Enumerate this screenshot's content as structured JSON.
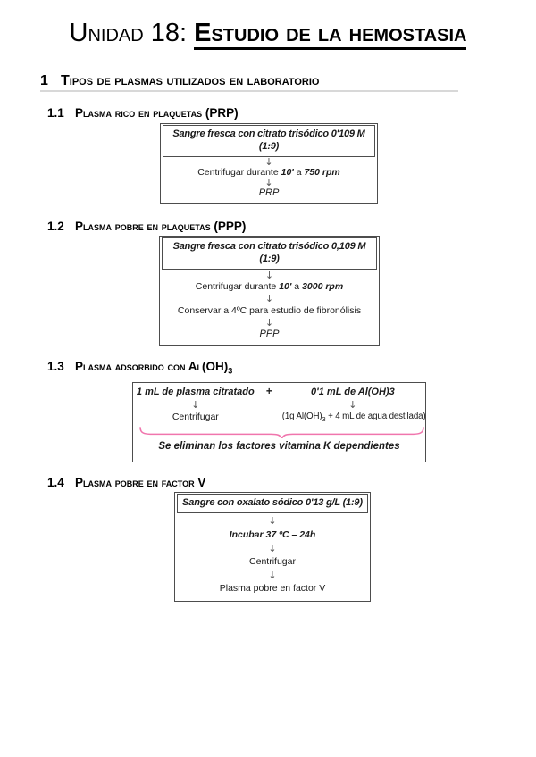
{
  "title": {
    "prefix": "Unidad 18: ",
    "main": "Estudio de la hemostasia"
  },
  "section": {
    "number": "1",
    "title": "Tipos de plasmas utilizados en laboratorio"
  },
  "glyphs": {
    "down_arrow": "↓"
  },
  "colors": {
    "brace_pink": "#f075ad",
    "rule_gray": "#d8d8d8"
  },
  "s11": {
    "number": "1.1",
    "title": "Plasma rico en plaquetas (PRP)",
    "box": {
      "header": "Sangre fresca con citrato trisódico 0'109 M (1:9)",
      "step_pre": "Centrifugar durante ",
      "step_bold1": "10'",
      "step_mid": " a ",
      "step_bold2": "750 rpm",
      "result": "PRP"
    }
  },
  "s12": {
    "number": "1.2",
    "title": "Plasma pobre en plaquetas (PPP)",
    "box": {
      "header": "Sangre fresca con citrato trisódico 0,109 M (1:9)",
      "step_pre": "Centrifugar durante ",
      "step_bold1": "10'",
      "step_mid": " a ",
      "step_bold2": "3000 rpm",
      "step2": "Conservar a 4ºC para estudio de fibronólisis",
      "result": "PPP"
    }
  },
  "s13": {
    "number": "1.3",
    "title_main": "Plasma adsorbido con Al(OH)",
    "title_sub": "3",
    "box": {
      "left_header": "1 mL de plasma citratado",
      "plus": "+",
      "right_header": "0'1 mL de Al(OH)3",
      "left_step": "Centrifugar",
      "right_step_pre": "(1g Al(OH)",
      "right_step_sub": "3",
      "right_step_post": " + 4 mL de agua destilada)",
      "note": "Se eliminan los factores vitamina K dependientes"
    }
  },
  "s14": {
    "number": "1.4",
    "title": "Plasma pobre en factor V",
    "box": {
      "header": "Sangre con oxalato sódico 0'13 g/L (1:9)",
      "step1": "Incubar 37 ºC – 24h",
      "step2": "Centrifugar",
      "result": "Plasma pobre en factor V"
    }
  }
}
